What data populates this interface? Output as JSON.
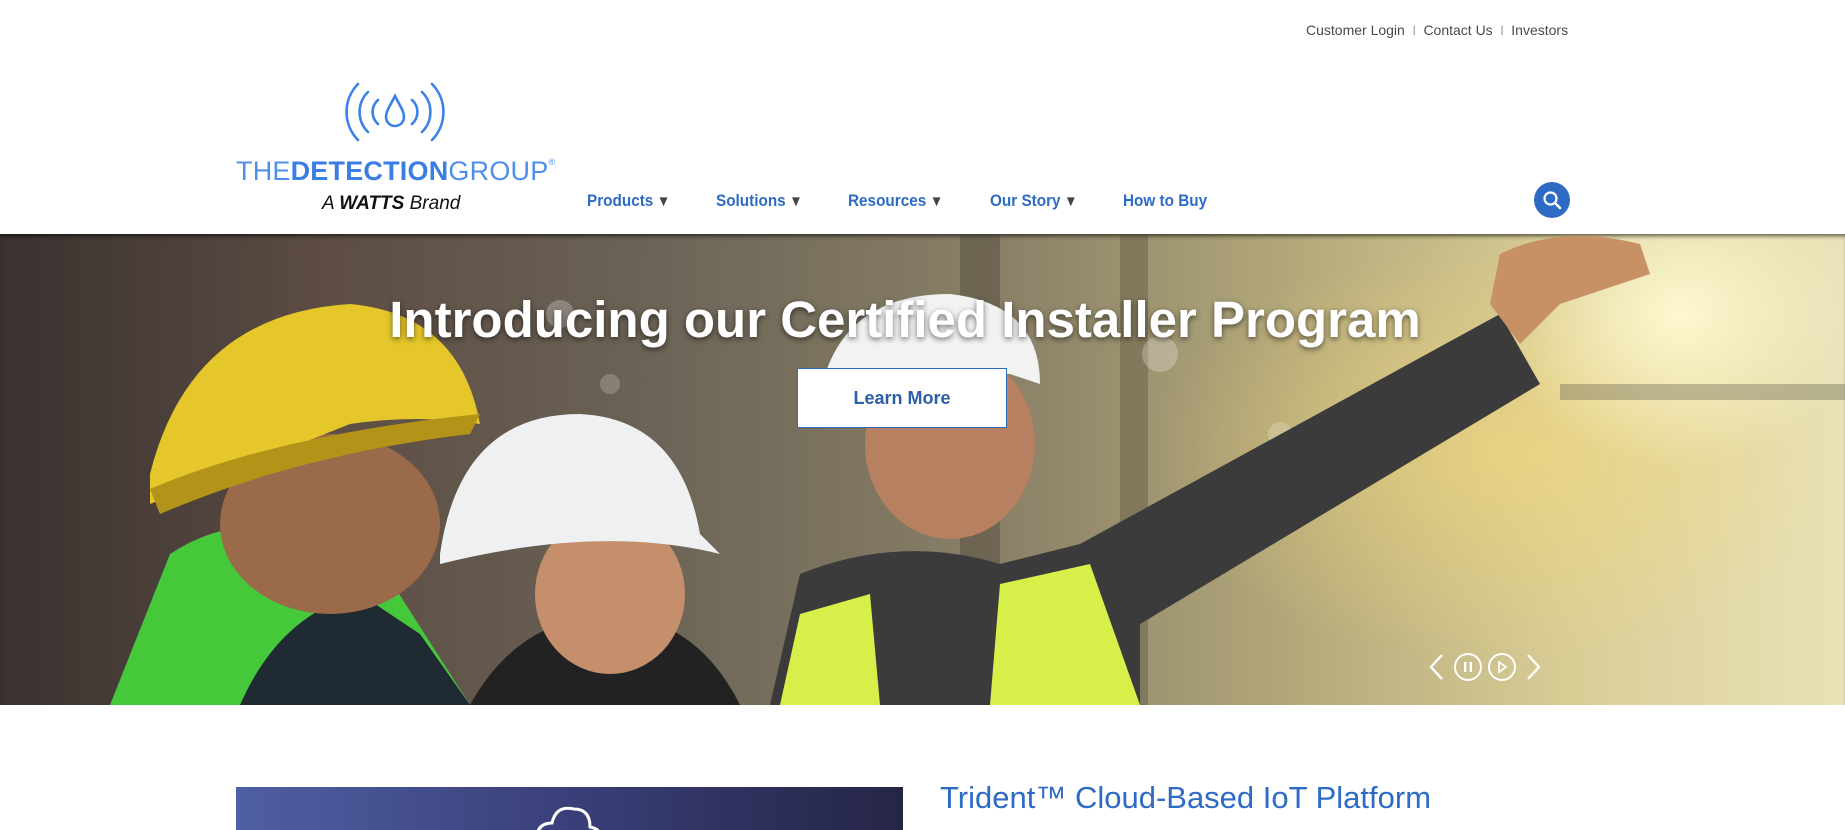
{
  "utility_nav": {
    "customer_login": "Customer Login",
    "contact_us": "Contact Us",
    "investors": "Investors"
  },
  "logo": {
    "the": "THE",
    "detection": "DETECTION",
    "group": "GROUP",
    "registered": "®",
    "brand_prefix": "A",
    "brand_name": "WATTS",
    "brand_suffix": "Brand"
  },
  "main_nav": [
    {
      "label": "Products",
      "has_dropdown": true
    },
    {
      "label": "Solutions",
      "has_dropdown": true
    },
    {
      "label": "Resources",
      "has_dropdown": true
    },
    {
      "label": "Our Story",
      "has_dropdown": true
    },
    {
      "label": "How to Buy",
      "has_dropdown": false
    }
  ],
  "dropdown_caret": "▼",
  "hero": {
    "title": "Introducing our Certified Installer Program",
    "cta_label": "Learn More"
  },
  "feature": {
    "title": "Trident™ Cloud-Based IoT Platform"
  },
  "colors": {
    "brand_blue": "#2d6bc4",
    "logo_blue": "#3b7ee3",
    "hero_text": "#ffffff"
  },
  "icons": {
    "search": "search-icon",
    "prev": "chevron-left-icon",
    "pause": "pause-icon",
    "play": "play-icon",
    "next": "chevron-right-icon",
    "logo_mark": "water-drop-signal-icon"
  }
}
